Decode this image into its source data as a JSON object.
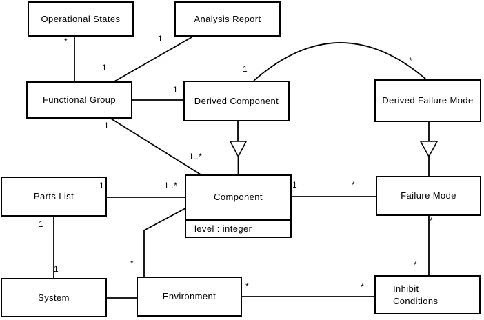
{
  "diagram_type": "uml-class-diagram",
  "colors": {
    "background": "#ffffff",
    "box_fill": "#ffffff",
    "box_border": "#000000",
    "line": "#000000",
    "text": "#000000"
  },
  "classes": {
    "operational_states": {
      "name": "Operational States"
    },
    "analysis_report": {
      "name": "Analysis Report"
    },
    "functional_group": {
      "name": "Functional Group"
    },
    "derived_component": {
      "name": "Derived Component"
    },
    "derived_failure_mode": {
      "name": "Derived Failure Mode"
    },
    "parts_list": {
      "name": "Parts List"
    },
    "component": {
      "name": "Component",
      "attributes": [
        "level : integer"
      ]
    },
    "failure_mode": {
      "name": "Failure Mode"
    },
    "system": {
      "name": "System"
    },
    "environment": {
      "name": "Environment"
    },
    "inhibit_conditions": {
      "name": "Inhibit\nConditions"
    }
  },
  "associations": {
    "os_fg": {
      "from": "Operational States",
      "to": "Functional Group",
      "from_mult": "*",
      "to_mult": "1"
    },
    "fg_ar": {
      "from": "Functional Group",
      "to": "Analysis Report",
      "to_mult": "1"
    },
    "fg_dc": {
      "from": "Functional Group",
      "to": "Derived Component",
      "to_mult": "1"
    },
    "dc_dfm": {
      "from": "Derived Component",
      "to": "Derived Failure Mode",
      "from_mult": "1",
      "to_mult": "*"
    },
    "fg_c": {
      "from": "Functional Group",
      "to": "Component",
      "from_mult": "1",
      "to_mult": "1..*"
    },
    "pl_c": {
      "from": "Parts List",
      "to": "Component",
      "from_mult": "1",
      "to_mult": "1..*"
    },
    "c_fm": {
      "from": "Component",
      "to": "Failure Mode",
      "from_mult": "1",
      "to_mult": "*"
    },
    "pl_s": {
      "from": "Parts List",
      "to": "System",
      "from_mult": "1",
      "to_mult": "1"
    },
    "c_env": {
      "from": "Component",
      "to": "Environment",
      "to_mult": "*"
    },
    "s_env": {
      "from": "System",
      "to": "Environment"
    },
    "env_ic": {
      "from": "Environment",
      "to": "Inhibit Conditions",
      "from_mult": "*",
      "to_mult": "*"
    },
    "fm_ic": {
      "from": "Failure Mode",
      "to": "Inhibit Conditions",
      "from_mult": "*",
      "to_mult": "*"
    }
  },
  "generalizations": [
    {
      "parent": "Component",
      "child": "Derived Component"
    },
    {
      "parent": "Failure Mode",
      "child": "Derived Failure Mode"
    }
  ]
}
